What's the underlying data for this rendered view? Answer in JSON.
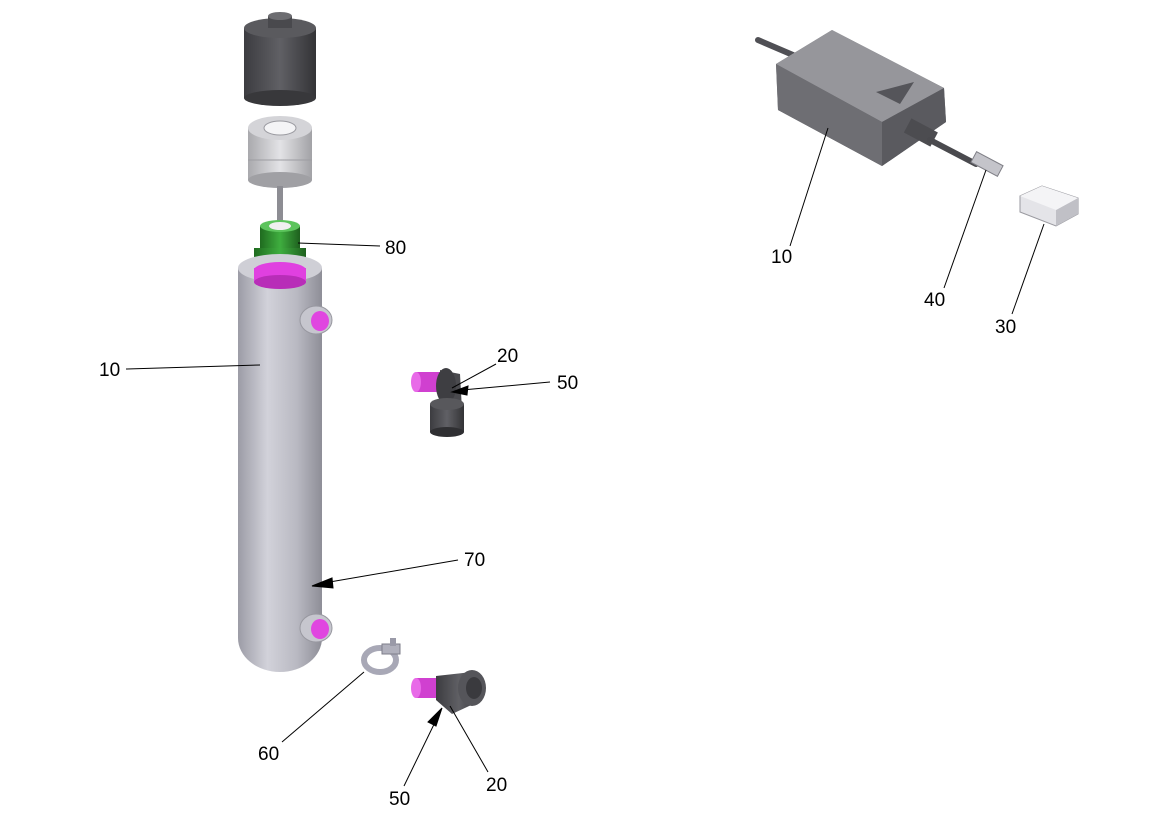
{
  "diagram": {
    "callouts": {
      "uv_chamber": "10",
      "top_collar": "80",
      "upper_fitting": "20",
      "upper_fitting_seal": "50",
      "chamber_oring": "70",
      "hose_clamp": "60",
      "lower_fitting_seal": "50",
      "lower_fitting": "20",
      "power_supply": "10",
      "connector": "40",
      "terminal_cover": "30"
    }
  }
}
